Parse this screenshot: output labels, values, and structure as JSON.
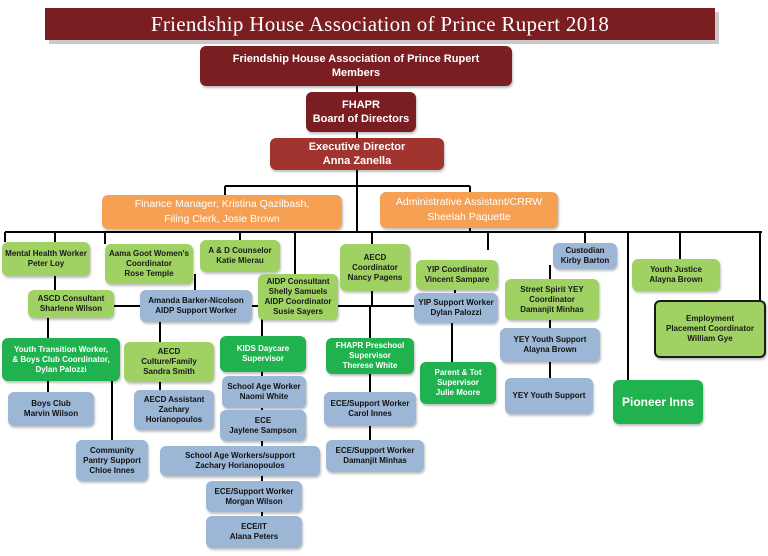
{
  "title": "Friendship House Association of Prince Rupert 2018",
  "nodes": {
    "members": [
      "Friendship House Association of Prince Rupert",
      "Members"
    ],
    "board": [
      "FHAPR",
      "Board of Directors"
    ],
    "exec": [
      "Executive Director",
      "Anna Zanella"
    ],
    "finance": [
      "Finance Manager, Kristina Qazilbash,",
      "Filing Clerk, Josie Brown"
    ],
    "admin": [
      "Administrative Assistant/CRRW",
      "Sheelah Paquette"
    ],
    "mental_health": [
      "Mental Health Worker",
      "Peter Loy"
    ],
    "aama_goot": [
      "Aama Goot Women's",
      "Coordinator",
      "Rose Temple"
    ],
    "ad_counselor": [
      "A & D Counselor",
      "Katie Mierau"
    ],
    "ascd": [
      "ASCD Consultant",
      "Sharlene Wilson"
    ],
    "aidp_consultant": [
      "AIDP Consultant",
      "Shelly Samuels",
      "AIDP Coordinator",
      "Susie Sayers"
    ],
    "aidp_support": [
      "Amanda Barker-Nicolson",
      "AIDP Support Worker"
    ],
    "aecd_coord": [
      "AECD",
      "Coordinator",
      "Nancy Pagens"
    ],
    "yip_coord": [
      "YIP Coordinator",
      "Vincent Sampare"
    ],
    "yip_support": [
      "YIP Support Worker",
      "Dylan Palozzi"
    ],
    "custodian": [
      "Custodian",
      "Kirby Barton"
    ],
    "street_spirit": [
      "Street Spirit YEY",
      "Coordinator",
      "Damanjit Minhas"
    ],
    "yey_support1": [
      "YEY Youth Support",
      "Alayna Brown"
    ],
    "yey_support2": [
      "YEY Youth Support"
    ],
    "youth_justice": [
      "Youth Justice",
      "Alayna Brown"
    ],
    "employment": [
      "Employment",
      "Placement Coordinator",
      "William Gye"
    ],
    "pioneer": [
      "Pioneer Inns"
    ],
    "youth_transition": [
      "Youth Transition Worker,",
      "& Boys Club Coordinator,",
      "Dylan Palozzi"
    ],
    "boys_club": [
      "Boys Club",
      "Marvin Wilson"
    ],
    "community_pantry": [
      "Community",
      "Pantry Support",
      "Chloe Innes"
    ],
    "aecd_culture": [
      "AECD",
      "Culture/Family",
      "Sandra Smith"
    ],
    "aecd_assistant": [
      "AECD Assistant",
      "Zachary",
      "Horianopoulos"
    ],
    "kids_daycare": [
      "KIDS Daycare",
      "Supervisor"
    ],
    "school_age_worker": [
      "School Age Worker",
      "Naomi White"
    ],
    "ece_jaylene": [
      "ECE",
      "Jaylene Sampson"
    ],
    "school_age_workers": [
      "School Age Workers/support",
      "Zachary Horianopoulos"
    ],
    "ece_support_morgan": [
      "ECE/Support Worker",
      "Morgan Wilson"
    ],
    "ece_it": [
      "ECE/IT",
      "Alana Peters"
    ],
    "fhapr_preschool": [
      "FHAPR Preschool",
      "Supervisor",
      "Therese White"
    ],
    "ece_support_carol": [
      "ECE/Support Worker",
      "Carol Innes"
    ],
    "ece_support_damanjit": [
      "ECE/Support Worker",
      "Damanjit Minhas"
    ],
    "parent_tot": [
      "Parent & Tot",
      "Supervisor",
      "Julie Moore"
    ]
  },
  "colors": {
    "maroon": "#7b1e22",
    "executive": "#a2342f",
    "orange": "#f5a053",
    "light_green": "#9fd163",
    "green": "#1fb24f",
    "blue": "#9cb6d6"
  }
}
